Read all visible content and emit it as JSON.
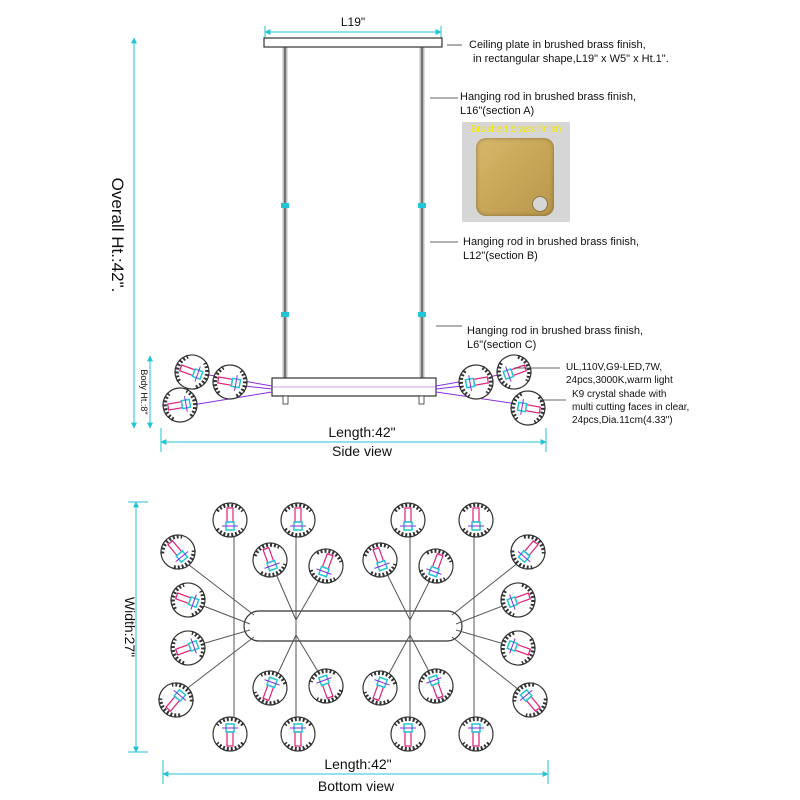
{
  "side_view": {
    "top_dim": "L19\"",
    "overall_height": "Overall Ht.:42\".",
    "body_height": "Body Ht.:8\"",
    "length": "Length:42\"",
    "caption": "Side view",
    "ceiling_plate": {
      "line1": "Ceiling plate in brushed brass finish,",
      "line2": "in rectangular shape,L19\" x W5\" x Ht.1\"."
    },
    "rod_a": {
      "line1": "Hanging rod in brushed brass finish,",
      "line2": "L16\"(section A)"
    },
    "rod_b": {
      "line1": "Hanging rod in brushed brass finish,",
      "line2": "L12\"(section B)"
    },
    "rod_c": {
      "line1": "Hanging rod in brushed brass finish,",
      "line2": "L6\"(section C)"
    },
    "bulb_spec": {
      "line1": "UL,110V,G9-LED,7W,",
      "line2": "24pcs,3000K,warm light"
    },
    "shade_spec": {
      "line1": "K9 crystal shade with",
      "line2": "multi cutting faces in clear,",
      "line3": "24pcs,Dia.11cm(4.33\")"
    }
  },
  "swatch": {
    "title": "Brushed brass finish",
    "color": "#c9a85a"
  },
  "bottom_view": {
    "width": "Width:27\"",
    "length": "Length:42\"",
    "caption": "Bottom view"
  },
  "colors": {
    "line": "#444444",
    "accent_cyan": "#22c5d6",
    "accent_pink": "#e0207a",
    "accent_purple": "#8a2be2"
  }
}
